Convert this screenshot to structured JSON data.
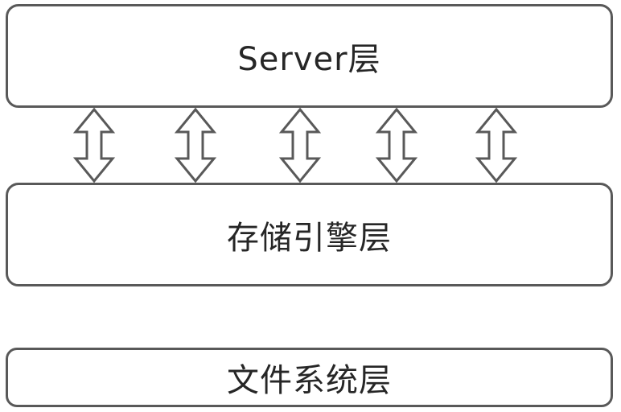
{
  "diagram": {
    "layers": [
      {
        "id": "server",
        "label": "Server层"
      },
      {
        "id": "storage-engine",
        "label": "存储引擎层"
      },
      {
        "id": "file-system",
        "label": "文件系统层"
      }
    ],
    "connections": {
      "from": "server",
      "to": "storage-engine",
      "count": 5,
      "direction": "bidirectional"
    }
  }
}
